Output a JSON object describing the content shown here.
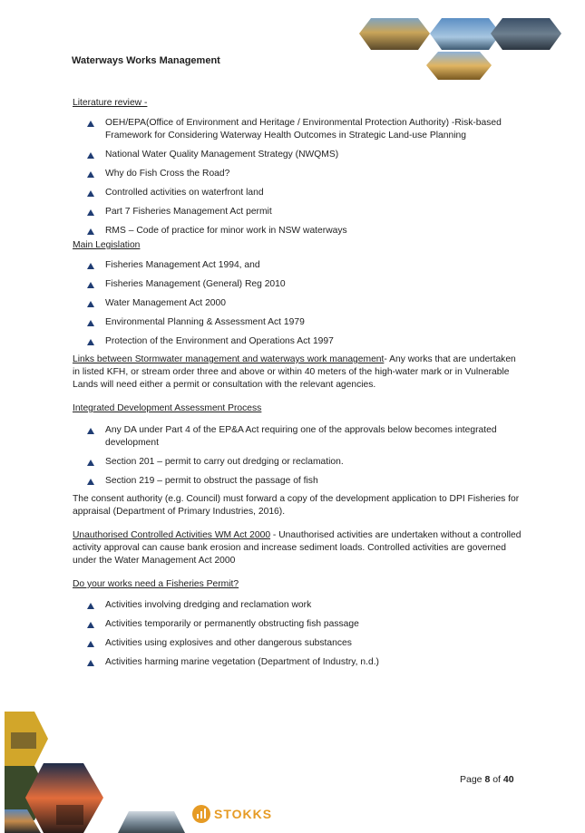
{
  "header": {
    "title": "Waterways Works Management"
  },
  "literature": {
    "heading": "Literature review -",
    "items": [
      "OEH/EPA(Office of Environment and Heritage / Environmental Protection Authority) -Risk-based Framework for Considering Waterway Health Outcomes in Strategic Land-use Planning",
      "National Water Quality Management Strategy (NWQMS)",
      "Why do Fish Cross the Road?",
      "Controlled activities on waterfront land",
      "Part 7 Fisheries Management Act permit",
      "RMS – Code of practice for minor work in NSW waterways"
    ]
  },
  "legislation": {
    "heading": "Main Legislation",
    "items": [
      "Fisheries Management Act 1994, and",
      "Fisheries Management (General) Reg 2010",
      "Water Management Act 2000",
      "Environmental Planning & Assessment Act 1979",
      "Protection of the Environment and Operations Act 1997"
    ]
  },
  "links": {
    "heading": "Links between Stormwater management and waterways work management",
    "text": "- Any works that are undertaken in listed KFH, or stream order three and above or within 40 meters of the high-water mark or in Vulnerable Lands will need either a permit or consultation with the relevant agencies."
  },
  "ida": {
    "heading": "Integrated Development Assessment Process",
    "items": [
      "Any DA under Part 4 of the EP&A Act requiring one of the approvals below becomes integrated development",
      "Section 201 – permit to carry out dredging or reclamation.",
      "Section 219 – permit to obstruct the passage of fish"
    ],
    "text": "The consent authority (e.g. Council) must forward a copy of the development application to DPI Fisheries for appraisal (Department of Primary Industries, 2016)."
  },
  "unauthorised": {
    "heading": "Unauthorised Controlled Activities WM Act 2000",
    "text": " - Unauthorised activities are undertaken without a controlled activity approval can cause bank erosion and increase sediment loads. Controlled activities are governed under the Water Management Act 2000"
  },
  "permit": {
    "heading": "Do your works need a Fisheries Permit?",
    "items": [
      "Activities involving dredging and reclamation work",
      "Activities temporarily or permanently obstructing fish passage",
      "Activities using explosives and other dangerous substances",
      "Activities harming marine vegetation (Department of Industry, n.d.)"
    ]
  },
  "footer": {
    "page_prefix": "Page ",
    "page_num": "8",
    "page_of": " of ",
    "page_total": "40",
    "logo_text": "STOKKS"
  },
  "colors": {
    "bullet": "#1f3c73",
    "logo": "#e69b25"
  }
}
